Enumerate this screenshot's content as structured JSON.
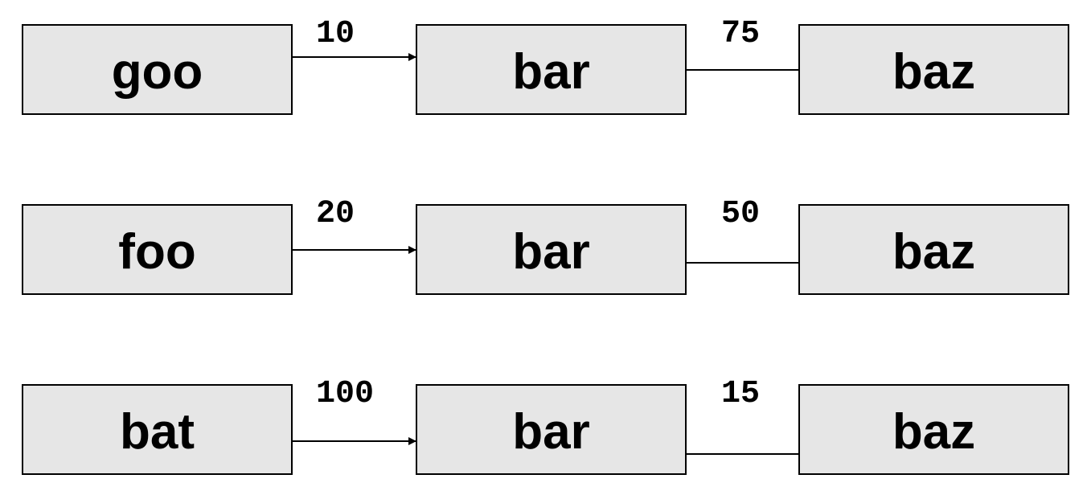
{
  "rows": [
    {
      "nodes": [
        "goo",
        "bar",
        "baz"
      ],
      "edges": [
        {
          "weight": "10"
        },
        {
          "weight": "75"
        }
      ]
    },
    {
      "nodes": [
        "foo",
        "bar",
        "baz"
      ],
      "edges": [
        {
          "weight": "20"
        },
        {
          "weight": "50"
        }
      ]
    },
    {
      "nodes": [
        "bat",
        "bar",
        "baz"
      ],
      "edges": [
        {
          "weight": "100"
        },
        {
          "weight": "15"
        }
      ]
    }
  ],
  "colors": {
    "node_fill": "#e6e6e6",
    "stroke": "#000000"
  }
}
